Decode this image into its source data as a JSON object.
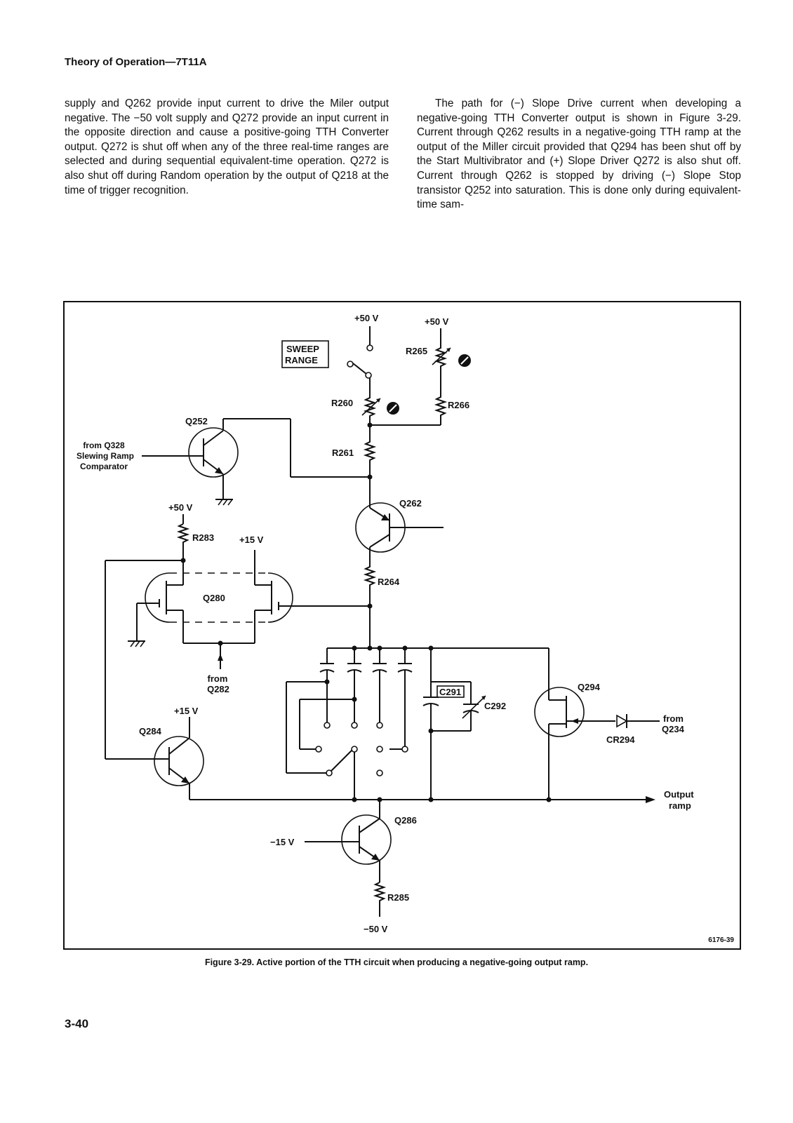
{
  "header": {
    "title": "Theory of Operation—7T11A"
  },
  "left_column": {
    "text": "supply and Q262 provide input current to drive the Miler output negative. The −50 volt supply and Q272 provide an input current in the opposite direction and cause a positive-going TTH Converter output. Q272 is shut off when any of the three real-time ranges are selected and during sequential equivalent-time operation. Q272 is also shut off during Random operation by the output of Q218 at the time of trigger recognition."
  },
  "right_column": {
    "text": "The path for (−) Slope Drive current when developing a negative-going TTH Converter output is shown in Figure 3-29. Current through Q262 results in a negative-going TTH ramp at the output of the Miller circuit provided that Q294 has been shut off by the Start Multivibrator and (+) Slope Driver Q272 is also shut off. Current through Q262 is stopped by driving (−) Slope Stop transistor Q252 into saturation. This is done only during equivalent-time sam-"
  },
  "figure": {
    "labels": {
      "plus50_a": "+50 V",
      "plus50_b": "+50 V",
      "plus50_c": "+50 V",
      "plus15_a": "+15 V",
      "plus15_b": "+15 V",
      "minus15": "−15 V",
      "minus50": "−50 V",
      "sweep_range_1": "SWEEP",
      "sweep_range_2": "RANGE",
      "r260": "R260",
      "r261": "R261",
      "r264": "R264",
      "r265": "R265",
      "r266": "R266",
      "r283": "R283",
      "r285": "R285",
      "q252": "Q252",
      "q262": "Q262",
      "q280": "Q280",
      "q284": "Q284",
      "q286": "Q286",
      "q294": "Q294",
      "c291": "C291",
      "c292": "C292",
      "cr294": "CR294",
      "from_q328_1": "from Q328",
      "from_q328_2": "Slewing Ramp",
      "from_q328_3": "Comparator",
      "from_q282_1": "from",
      "from_q282_2": "Q282",
      "from_q234_1": "from",
      "from_q234_2": "Q234",
      "output_1": "Output",
      "output_2": "ramp"
    },
    "code": "6176-39"
  },
  "caption": "Figure 3-29. Active portion of the TTH circuit when producing a negative-going output ramp.",
  "page_number": "3-40"
}
